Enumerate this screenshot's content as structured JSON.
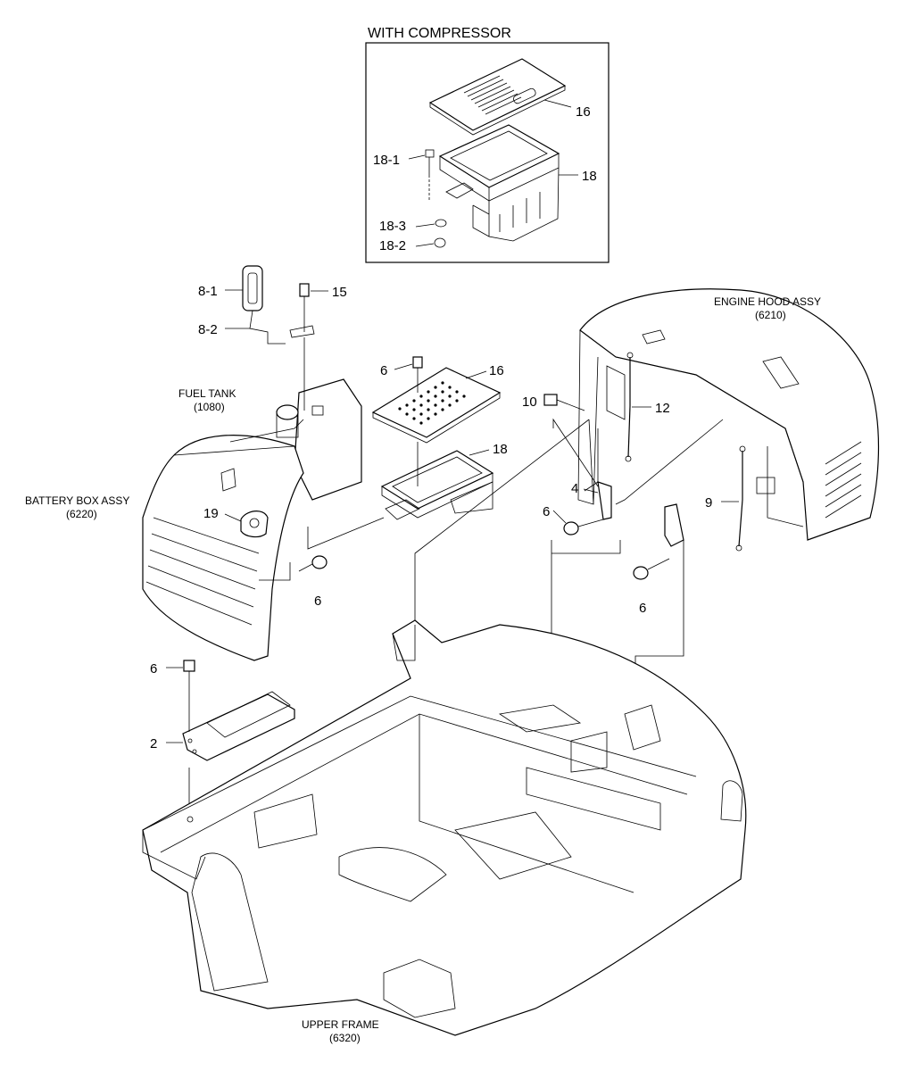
{
  "inset": {
    "heading": "WITH COMPRESSOR",
    "callouts": [
      "16",
      "18-1",
      "18",
      "18-3",
      "18-2"
    ]
  },
  "assemblies": {
    "engine_hood": {
      "name": "ENGINE HOOD ASSY",
      "code": "(6210)"
    },
    "fuel_tank": {
      "name": "FUEL TANK",
      "code": "(1080)"
    },
    "battery_box": {
      "name": "BATTERY BOX ASSY",
      "code": "(6220)"
    },
    "upper_frame": {
      "name": "UPPER FRAME",
      "code": "(6320)"
    }
  },
  "callouts": {
    "c8_1": "8-1",
    "c8_2": "8-2",
    "c15": "15",
    "c6_top": "6",
    "c16": "16",
    "c10": "10",
    "c12": "12",
    "c18": "18",
    "c4": "4",
    "c6_mid": "6",
    "c9": "9",
    "c19": "19",
    "c6_left": "6",
    "c6_right": "6",
    "c6_plate": "6",
    "c2": "2"
  }
}
